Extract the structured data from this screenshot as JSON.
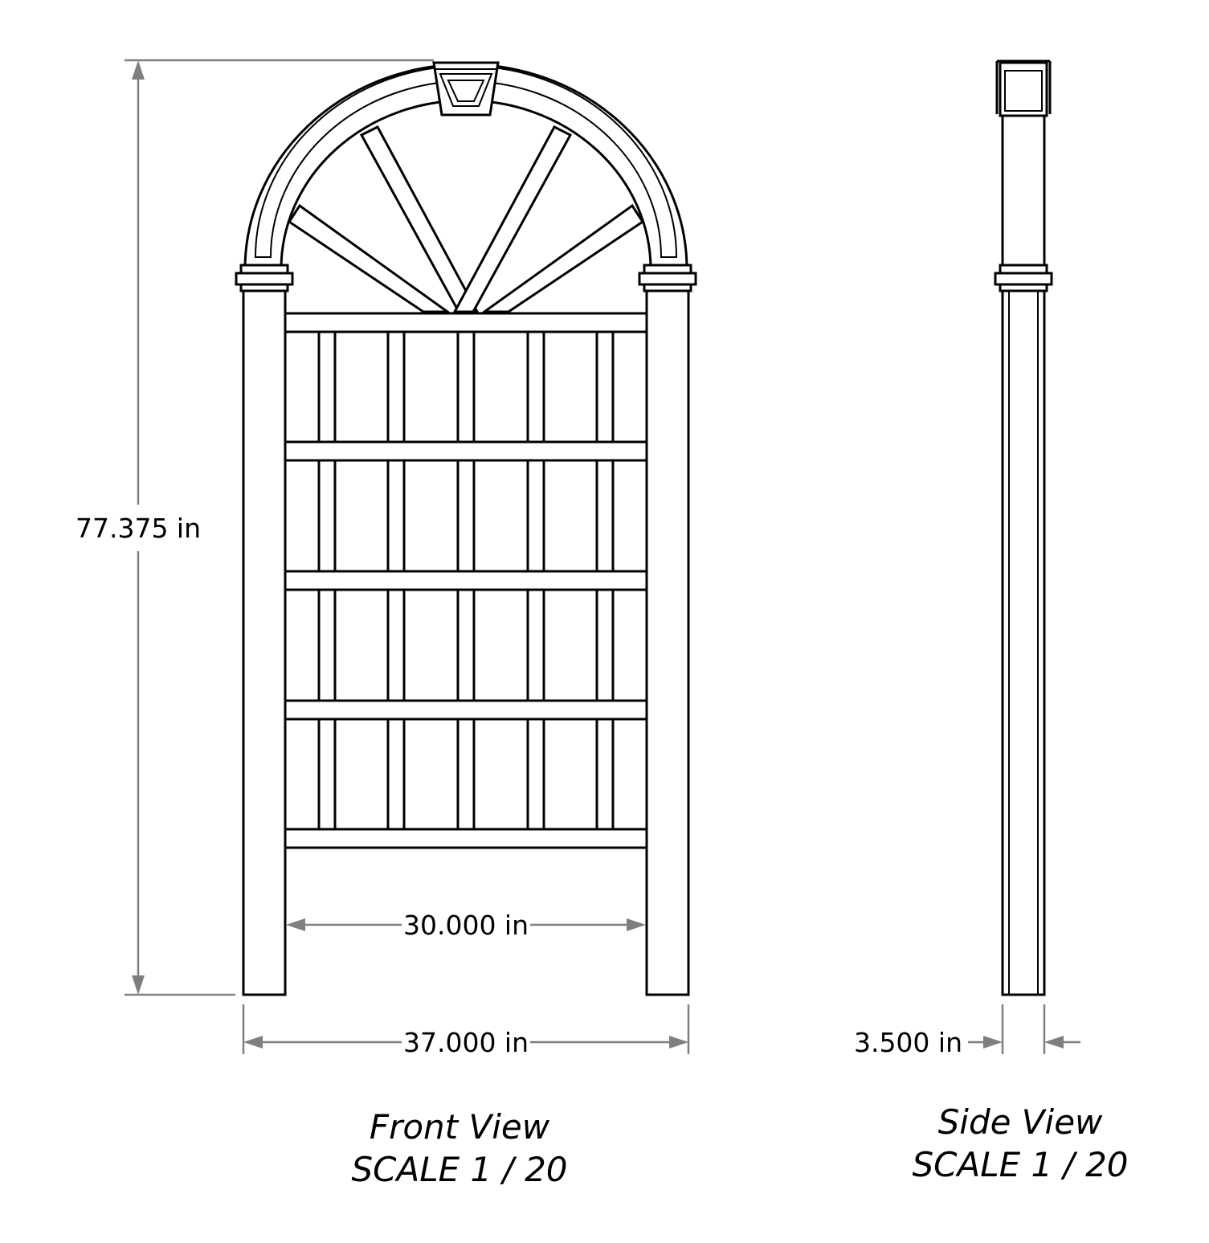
{
  "dimensions": {
    "height": "77.375 in",
    "inner_width": "30.000 in",
    "overall_width": "37.000 in",
    "depth": "3.500 in"
  },
  "views": {
    "front": {
      "title": "Front View",
      "scale": "SCALE 1 / 20"
    },
    "side": {
      "title": "Side View",
      "scale": "SCALE 1 / 20"
    }
  },
  "colors": {
    "line": "#000000",
    "dimension": "#7f7f7f",
    "background": "#ffffff"
  }
}
